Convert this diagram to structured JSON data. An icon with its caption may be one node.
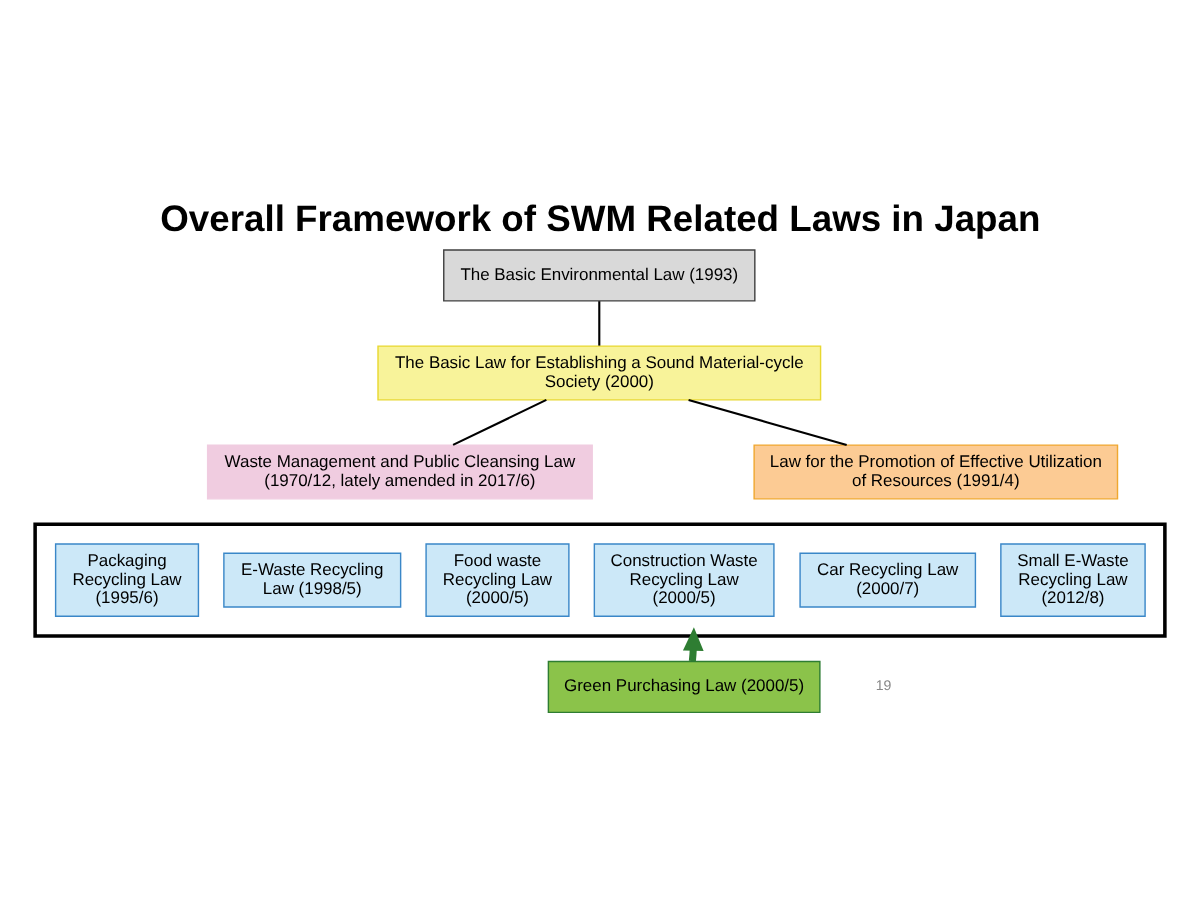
{
  "diagram": {
    "title": "Overall Framework of SWM Related Laws in Japan",
    "nodes": [
      {
        "text": [
          "The Basic Environmental Law (1993)"
        ]
      },
      {
        "text": [
          "The Basic Law for Establishing a Sound Material-cycle Society (2000)"
        ]
      },
      {
        "text": [
          "Waste Management and Public Cleansing Law (1970/12, lately amended in 2017/6)"
        ]
      },
      {
        "text": [
          "Law for the Promotion of Effective Utilization of Resources (1991/4)"
        ]
      },
      {
        "text": [],
        "shape": "box"
      },
      {
        "text": [
          "Packaging Recycling Law (1995/6)"
        ],
        "in": 4
      },
      {
        "text": [
          "E-Waste Recycling Law (1998/5)"
        ],
        "in": 4
      },
      {
        "text": [
          "Food waste Recycling Law (2000/5)"
        ],
        "in": 4
      },
      {
        "text": [
          "Construction Waste Recycling Law (2000/5)"
        ],
        "in": 4
      },
      {
        "text": [
          "Car Recycling Law (2000/7)"
        ],
        "in": 4
      },
      {
        "text": [
          "Small E-Waste Recycling Law (2012/8)"
        ],
        "in": 4
      },
      {
        "text": [
          "Green Purchasing Law (2000/5)"
        ]
      }
    ],
    "edges": [
      {
        "from": 0,
        "to": 1,
        "arrow": "none"
      },
      {
        "from": 1,
        "to": 2,
        "arrow": "none"
      },
      {
        "from": 1,
        "to": 3,
        "arrow": "none"
      },
      {
        "from": 11,
        "to": 4,
        "arrow": "to",
        "style": "thick",
        "color": "#2e7d32"
      }
    ],
    "labels": [
      "19"
    ]
  }
}
